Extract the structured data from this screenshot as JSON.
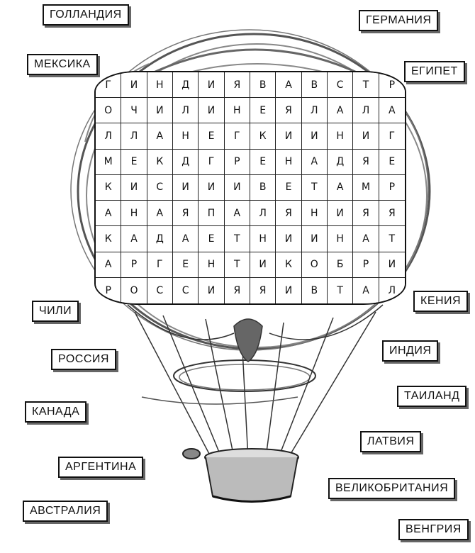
{
  "words_left": [
    "ГОЛЛАНДИЯ",
    "МЕКСИКА",
    "ЧИЛИ",
    "РОССИЯ",
    "КАНАДА",
    "АРГЕНТИНА",
    "АВСТРАЛИЯ"
  ],
  "words_right": [
    "ГЕРМАНИЯ",
    "ЕГИПЕТ",
    "КЕНИЯ",
    "ИНДИЯ",
    "ТАИЛАНД",
    "ЛАТВИЯ",
    "ВЕЛИКОБРИТАНИЯ",
    "ВЕНГРИЯ"
  ],
  "grid": [
    [
      "Г",
      "И",
      "Н",
      "Д",
      "И",
      "Я",
      "В",
      "А",
      "В",
      "С",
      "Т",
      "Р"
    ],
    [
      "О",
      "Ч",
      "И",
      "Л",
      "И",
      "Н",
      "Е",
      "Я",
      "Л",
      "А",
      "Л",
      "А"
    ],
    [
      "Л",
      "Л",
      "А",
      "Н",
      "Е",
      "Г",
      "К",
      "И",
      "И",
      "Н",
      "И",
      "Г"
    ],
    [
      "М",
      "Е",
      "К",
      "Д",
      "Г",
      "Р",
      "Е",
      "Н",
      "А",
      "Д",
      "Я",
      "Е"
    ],
    [
      "К",
      "И",
      "С",
      "И",
      "И",
      "И",
      "В",
      "Е",
      "Т",
      "А",
      "М",
      "Р"
    ],
    [
      "А",
      "Н",
      "А",
      "Я",
      "П",
      "А",
      "Л",
      "Я",
      "Н",
      "И",
      "Я",
      "Я"
    ],
    [
      "К",
      "А",
      "Д",
      "А",
      "Е",
      "Т",
      "Н",
      "И",
      "И",
      "Н",
      "А",
      "Т"
    ],
    [
      "А",
      "Р",
      "Г",
      "Е",
      "Н",
      "Т",
      "И",
      "К",
      "О",
      "Б",
      "Р",
      "И"
    ],
    [
      "Р",
      "О",
      "С",
      "С",
      "И",
      "Я",
      "Я",
      "И",
      "В",
      "Т",
      "А",
      "Л"
    ]
  ]
}
